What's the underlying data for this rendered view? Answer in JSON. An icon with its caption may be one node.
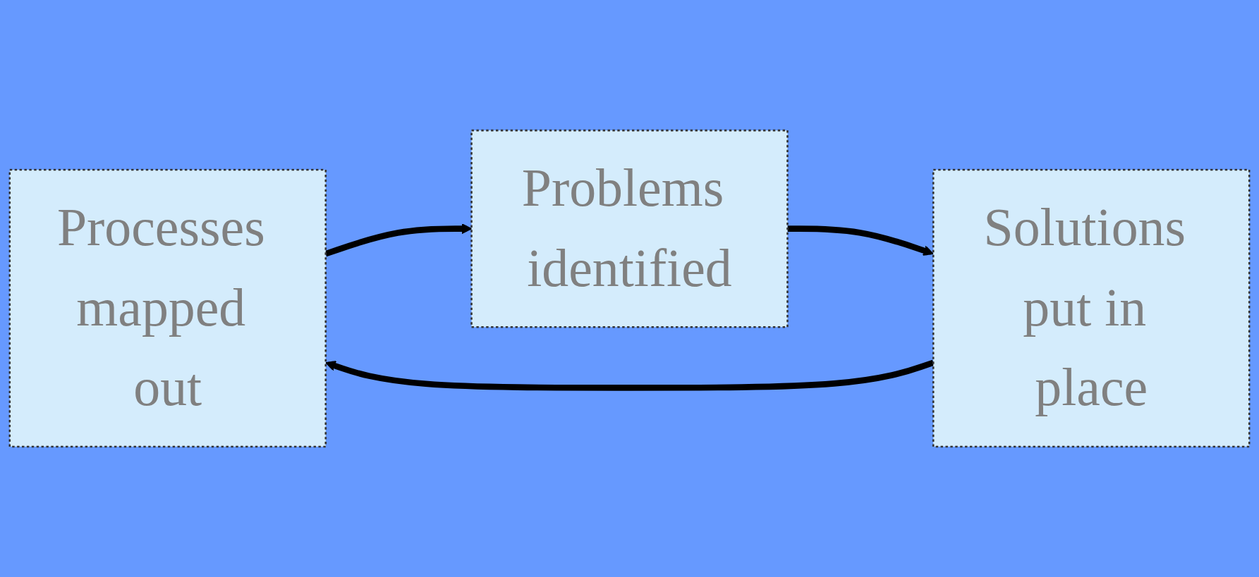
{
  "diagram": {
    "nodes": [
      {
        "text": [
          "Processes mapped out"
        ]
      },
      {
        "text": [
          "Problems identified"
        ]
      },
      {
        "text": [
          "Solutions put in place"
        ]
      }
    ],
    "edges": [
      {
        "from": 0,
        "to": 1,
        "arrow": "to"
      },
      {
        "from": 1,
        "to": 2,
        "arrow": "to"
      },
      {
        "from": 2,
        "to": 0,
        "arrow": "to"
      }
    ]
  }
}
